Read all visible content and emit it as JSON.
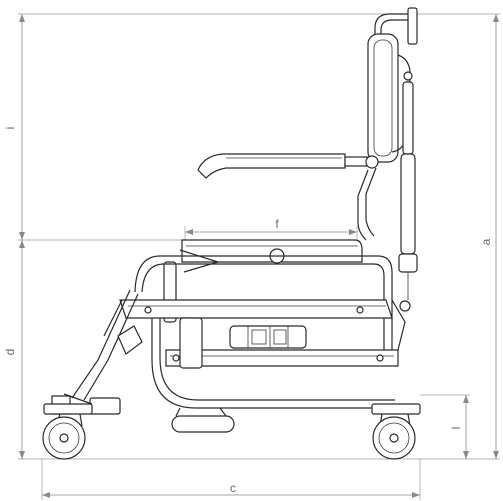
{
  "dimension_labels": {
    "overall_height": "a",
    "overall_length": "c",
    "seat_height": "d",
    "seat_depth": "f",
    "backrest_height": "i",
    "ground_clearance": "l"
  },
  "colors": {
    "line": "#2a2a2a",
    "dimension_line": "#8a8a8a",
    "label": "#6a6a6a",
    "background": "#ffffff"
  }
}
